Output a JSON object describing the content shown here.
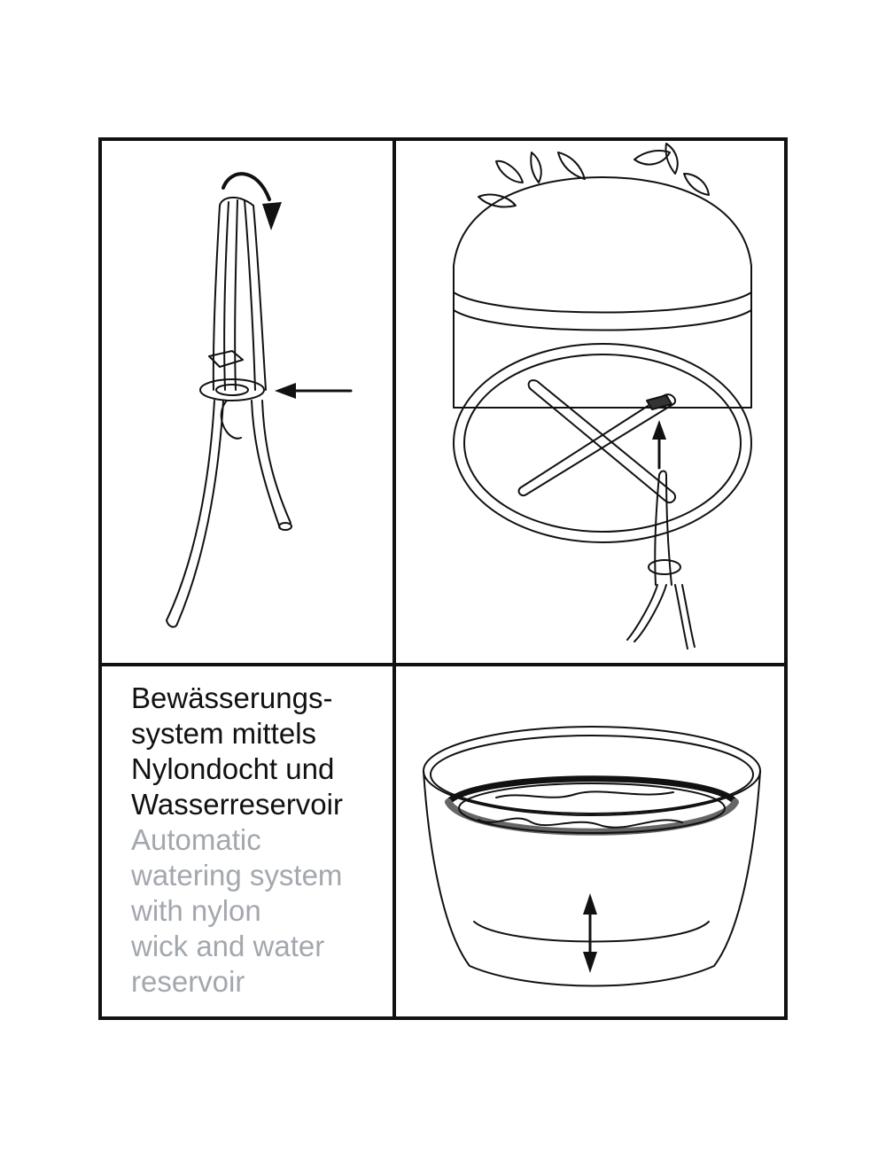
{
  "caption": {
    "german_lines": [
      "Bewässerungs-",
      "system mittels",
      "Nylondocht und",
      "Wasserreservoir"
    ],
    "english_lines": [
      "Automatic",
      "watering system",
      "with nylon",
      "wick and water",
      "reservoir"
    ],
    "german_color": "#111111",
    "english_color": "#a3a7ae"
  },
  "colors": {
    "line": "#111111",
    "background": "#ffffff",
    "water_ring": "#666666"
  },
  "panels": [
    {
      "id": "wick-knot",
      "icon": "wick-with-knot-icon"
    },
    {
      "id": "pot-bottom",
      "icon": "pot-bottom-cross-slot-icon"
    },
    {
      "id": "caption",
      "icon": ""
    },
    {
      "id": "reservoir",
      "icon": "water-reservoir-icon"
    }
  ]
}
